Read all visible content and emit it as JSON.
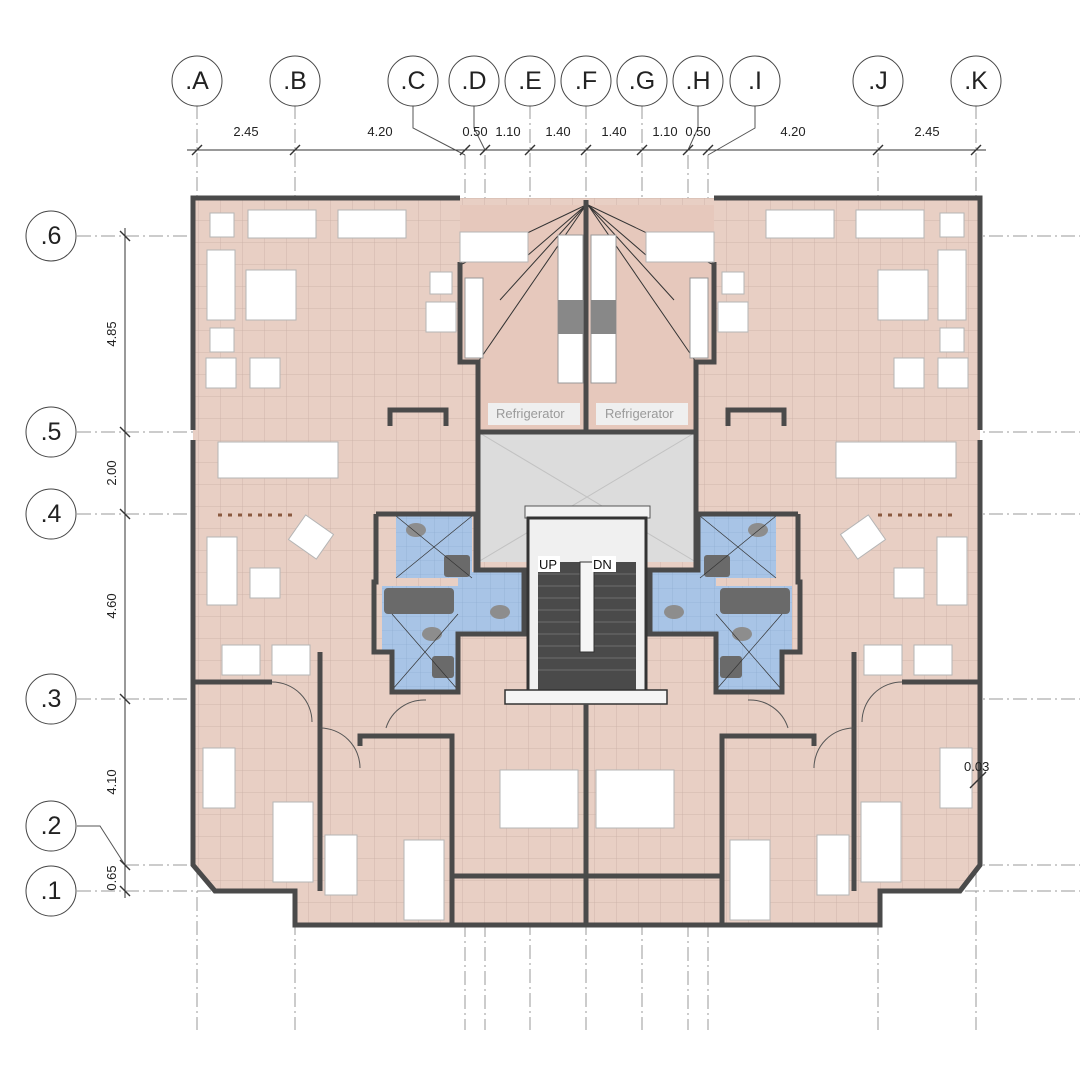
{
  "grid_columns": [
    ".A",
    ".B",
    ".C",
    ".D",
    ".E",
    ".F",
    ".G",
    ".H",
    ".I",
    ".J",
    ".K"
  ],
  "grid_rows": [
    ".6",
    ".5",
    ".4",
    ".3",
    ".2",
    ".1"
  ],
  "horizontal_dimensions": [
    "2.45",
    "4.20",
    "0.50",
    "1.10",
    "1.40",
    "1.40",
    "1.10",
    "0.50",
    "4.20",
    "2.45"
  ],
  "vertical_dimensions": [
    "4.85",
    "2.00",
    "4.60",
    "4.10",
    "0.65"
  ],
  "labels": {
    "refrigerator_left": "Refrigerator",
    "refrigerator_right": "Refrigerator",
    "stair_up": "UP",
    "stair_down": "DN",
    "wall_offset": "0.03"
  },
  "colors": {
    "floor_tile": "#e8cfc4",
    "wet_room_tile": "#a8c4e6",
    "core": "#dcdcdc",
    "stair": "#4a4a4a",
    "wall": "#5a5a5a",
    "grid_line": "#9a9a9a"
  }
}
